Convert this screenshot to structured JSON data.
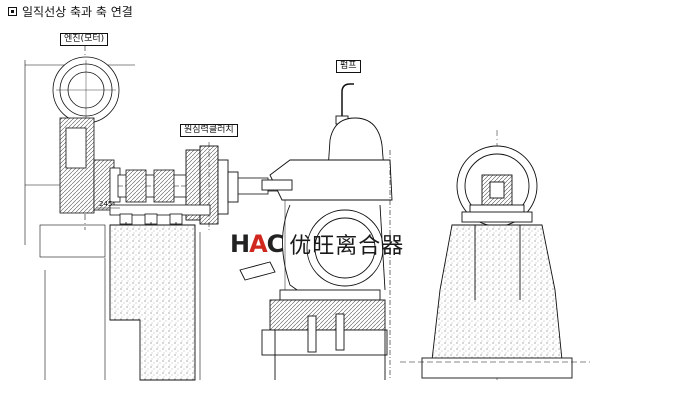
{
  "header": {
    "title": "일직선상 축과 축 연결"
  },
  "labels": {
    "engine": "엔진(모터)",
    "pump": "펌프",
    "clutch": "원심력클러치",
    "dimension": "245"
  },
  "watermark": {
    "logo_h": "H",
    "logo_a": "A",
    "logo_c": "C",
    "text": "优旺离合器"
  },
  "colors": {
    "line": "#111111",
    "concrete": "#9a9a9a",
    "logo_red": "#d0281e"
  }
}
